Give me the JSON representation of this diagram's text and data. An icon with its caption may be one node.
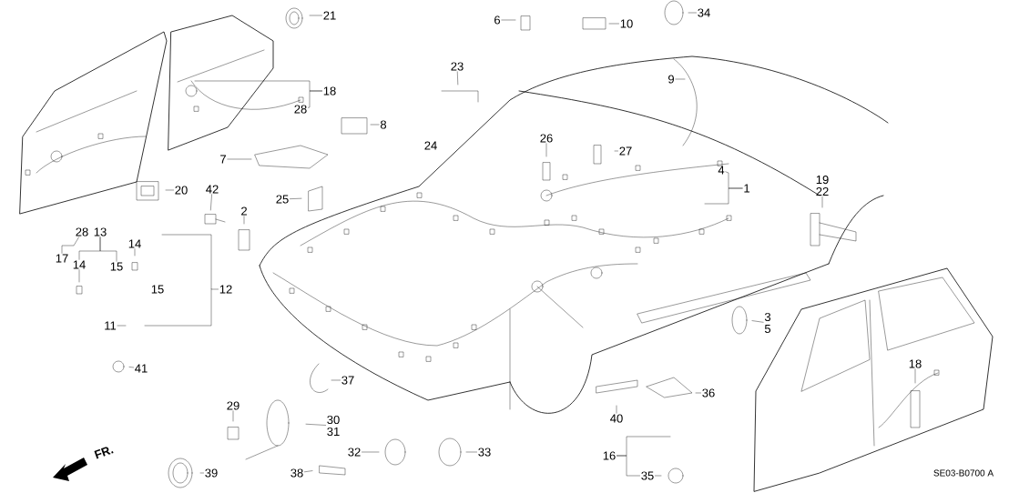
{
  "diagram": {
    "nodes": [
      {
        "text": [
          "21"
        ]
      },
      {
        "text": [
          "18"
        ]
      },
      {
        "text": [
          "28"
        ]
      },
      {
        "text": [
          "7"
        ]
      },
      {
        "text": [
          "8"
        ]
      },
      {
        "text": [
          "6"
        ]
      },
      {
        "text": [
          "10"
        ]
      },
      {
        "text": [
          "34"
        ]
      },
      {
        "text": [
          "23"
        ]
      },
      {
        "text": [
          "24"
        ]
      },
      {
        "text": [
          "9"
        ]
      },
      {
        "text": [
          "26"
        ]
      },
      {
        "text": [
          "27"
        ]
      },
      {
        "text": [
          "4"
        ]
      },
      {
        "text": [
          "1"
        ]
      },
      {
        "text": [
          "19",
          "22"
        ]
      },
      {
        "text": [
          "20"
        ]
      },
      {
        "text": [
          "42"
        ]
      },
      {
        "text": [
          "25"
        ]
      },
      {
        "text": [
          "2"
        ]
      },
      {
        "text": [
          "28"
        ]
      },
      {
        "text": [
          "13"
        ]
      },
      {
        "text": [
          "17"
        ]
      },
      {
        "text": [
          "14"
        ]
      },
      {
        "text": [
          "14"
        ]
      },
      {
        "text": [
          "15"
        ]
      },
      {
        "text": [
          "15"
        ]
      },
      {
        "text": [
          "12"
        ]
      },
      {
        "text": [
          "11"
        ]
      },
      {
        "text": [
          "41"
        ]
      },
      {
        "text": [
          "3",
          "5"
        ]
      },
      {
        "text": [
          "37"
        ]
      },
      {
        "text": [
          "29"
        ]
      },
      {
        "text": [
          "30",
          "31"
        ]
      },
      {
        "text": [
          "32"
        ]
      },
      {
        "text": [
          "33"
        ]
      },
      {
        "text": [
          "40"
        ]
      },
      {
        "text": [
          "36"
        ]
      },
      {
        "text": [
          "16"
        ]
      },
      {
        "text": [
          "35"
        ]
      },
      {
        "text": [
          "38"
        ]
      },
      {
        "text": [
          "39"
        ]
      },
      {
        "text": [
          "18"
        ]
      }
    ],
    "edges": [
      {
        "from": 0,
        "to": null,
        "arrow": "none"
      },
      {
        "from": 1,
        "to": null,
        "arrow": "none"
      },
      {
        "from": 1,
        "to": 2,
        "arrow": "none"
      },
      {
        "from": 3,
        "to": null,
        "arrow": "none"
      },
      {
        "from": 4,
        "to": null,
        "arrow": "none"
      },
      {
        "from": 5,
        "to": null,
        "arrow": "none"
      },
      {
        "from": 6,
        "to": null,
        "arrow": "none"
      },
      {
        "from": 7,
        "to": null,
        "arrow": "none"
      },
      {
        "from": 8,
        "to": null,
        "arrow": "none"
      },
      {
        "from": 10,
        "to": null,
        "arrow": "none"
      },
      {
        "from": 11,
        "to": null,
        "arrow": "none"
      },
      {
        "from": 12,
        "to": null,
        "arrow": "none"
      },
      {
        "from": 14,
        "to": null,
        "arrow": "none"
      },
      {
        "from": 14,
        "to": 13,
        "arrow": "none"
      },
      {
        "from": 15,
        "to": null,
        "arrow": "none"
      },
      {
        "from": 16,
        "to": null,
        "arrow": "none"
      },
      {
        "from": 17,
        "to": null,
        "arrow": "none"
      },
      {
        "from": 19,
        "to": null,
        "arrow": "none"
      },
      {
        "from": 18,
        "to": null,
        "arrow": "none"
      },
      {
        "from": 22,
        "to": 20,
        "arrow": "none"
      },
      {
        "from": 21,
        "to": 24,
        "arrow": "none"
      },
      {
        "from": 21,
        "to": 25,
        "arrow": "none"
      },
      {
        "from": 27,
        "to": null,
        "arrow": "none"
      },
      {
        "from": 28,
        "to": null,
        "arrow": "none"
      },
      {
        "from": 29,
        "to": null,
        "arrow": "none"
      },
      {
        "from": 30,
        "to": null,
        "arrow": "none"
      },
      {
        "from": 31,
        "to": null,
        "arrow": "none"
      },
      {
        "from": 32,
        "to": null,
        "arrow": "none"
      },
      {
        "from": 33,
        "to": null,
        "arrow": "none"
      },
      {
        "from": 34,
        "to": null,
        "arrow": "none"
      },
      {
        "from": 35,
        "to": null,
        "arrow": "none"
      },
      {
        "from": 36,
        "to": null,
        "arrow": "none"
      },
      {
        "from": 37,
        "to": null,
        "arrow": "none"
      },
      {
        "from": 38,
        "to": null,
        "arrow": "none"
      },
      {
        "from": 38,
        "to": 39,
        "arrow": "none"
      },
      {
        "from": 39,
        "to": null,
        "arrow": "none"
      },
      {
        "from": 40,
        "to": null,
        "arrow": "none"
      },
      {
        "from": 41,
        "to": null,
        "arrow": "none"
      },
      {
        "from": 42,
        "to": null,
        "arrow": "none"
      },
      {
        "from": 23,
        "to": null,
        "arrow": "none"
      },
      {
        "from": 24,
        "to": null,
        "arrow": "none"
      }
    ],
    "labels": [
      "FR.",
      "SE03-B0700 A"
    ]
  }
}
